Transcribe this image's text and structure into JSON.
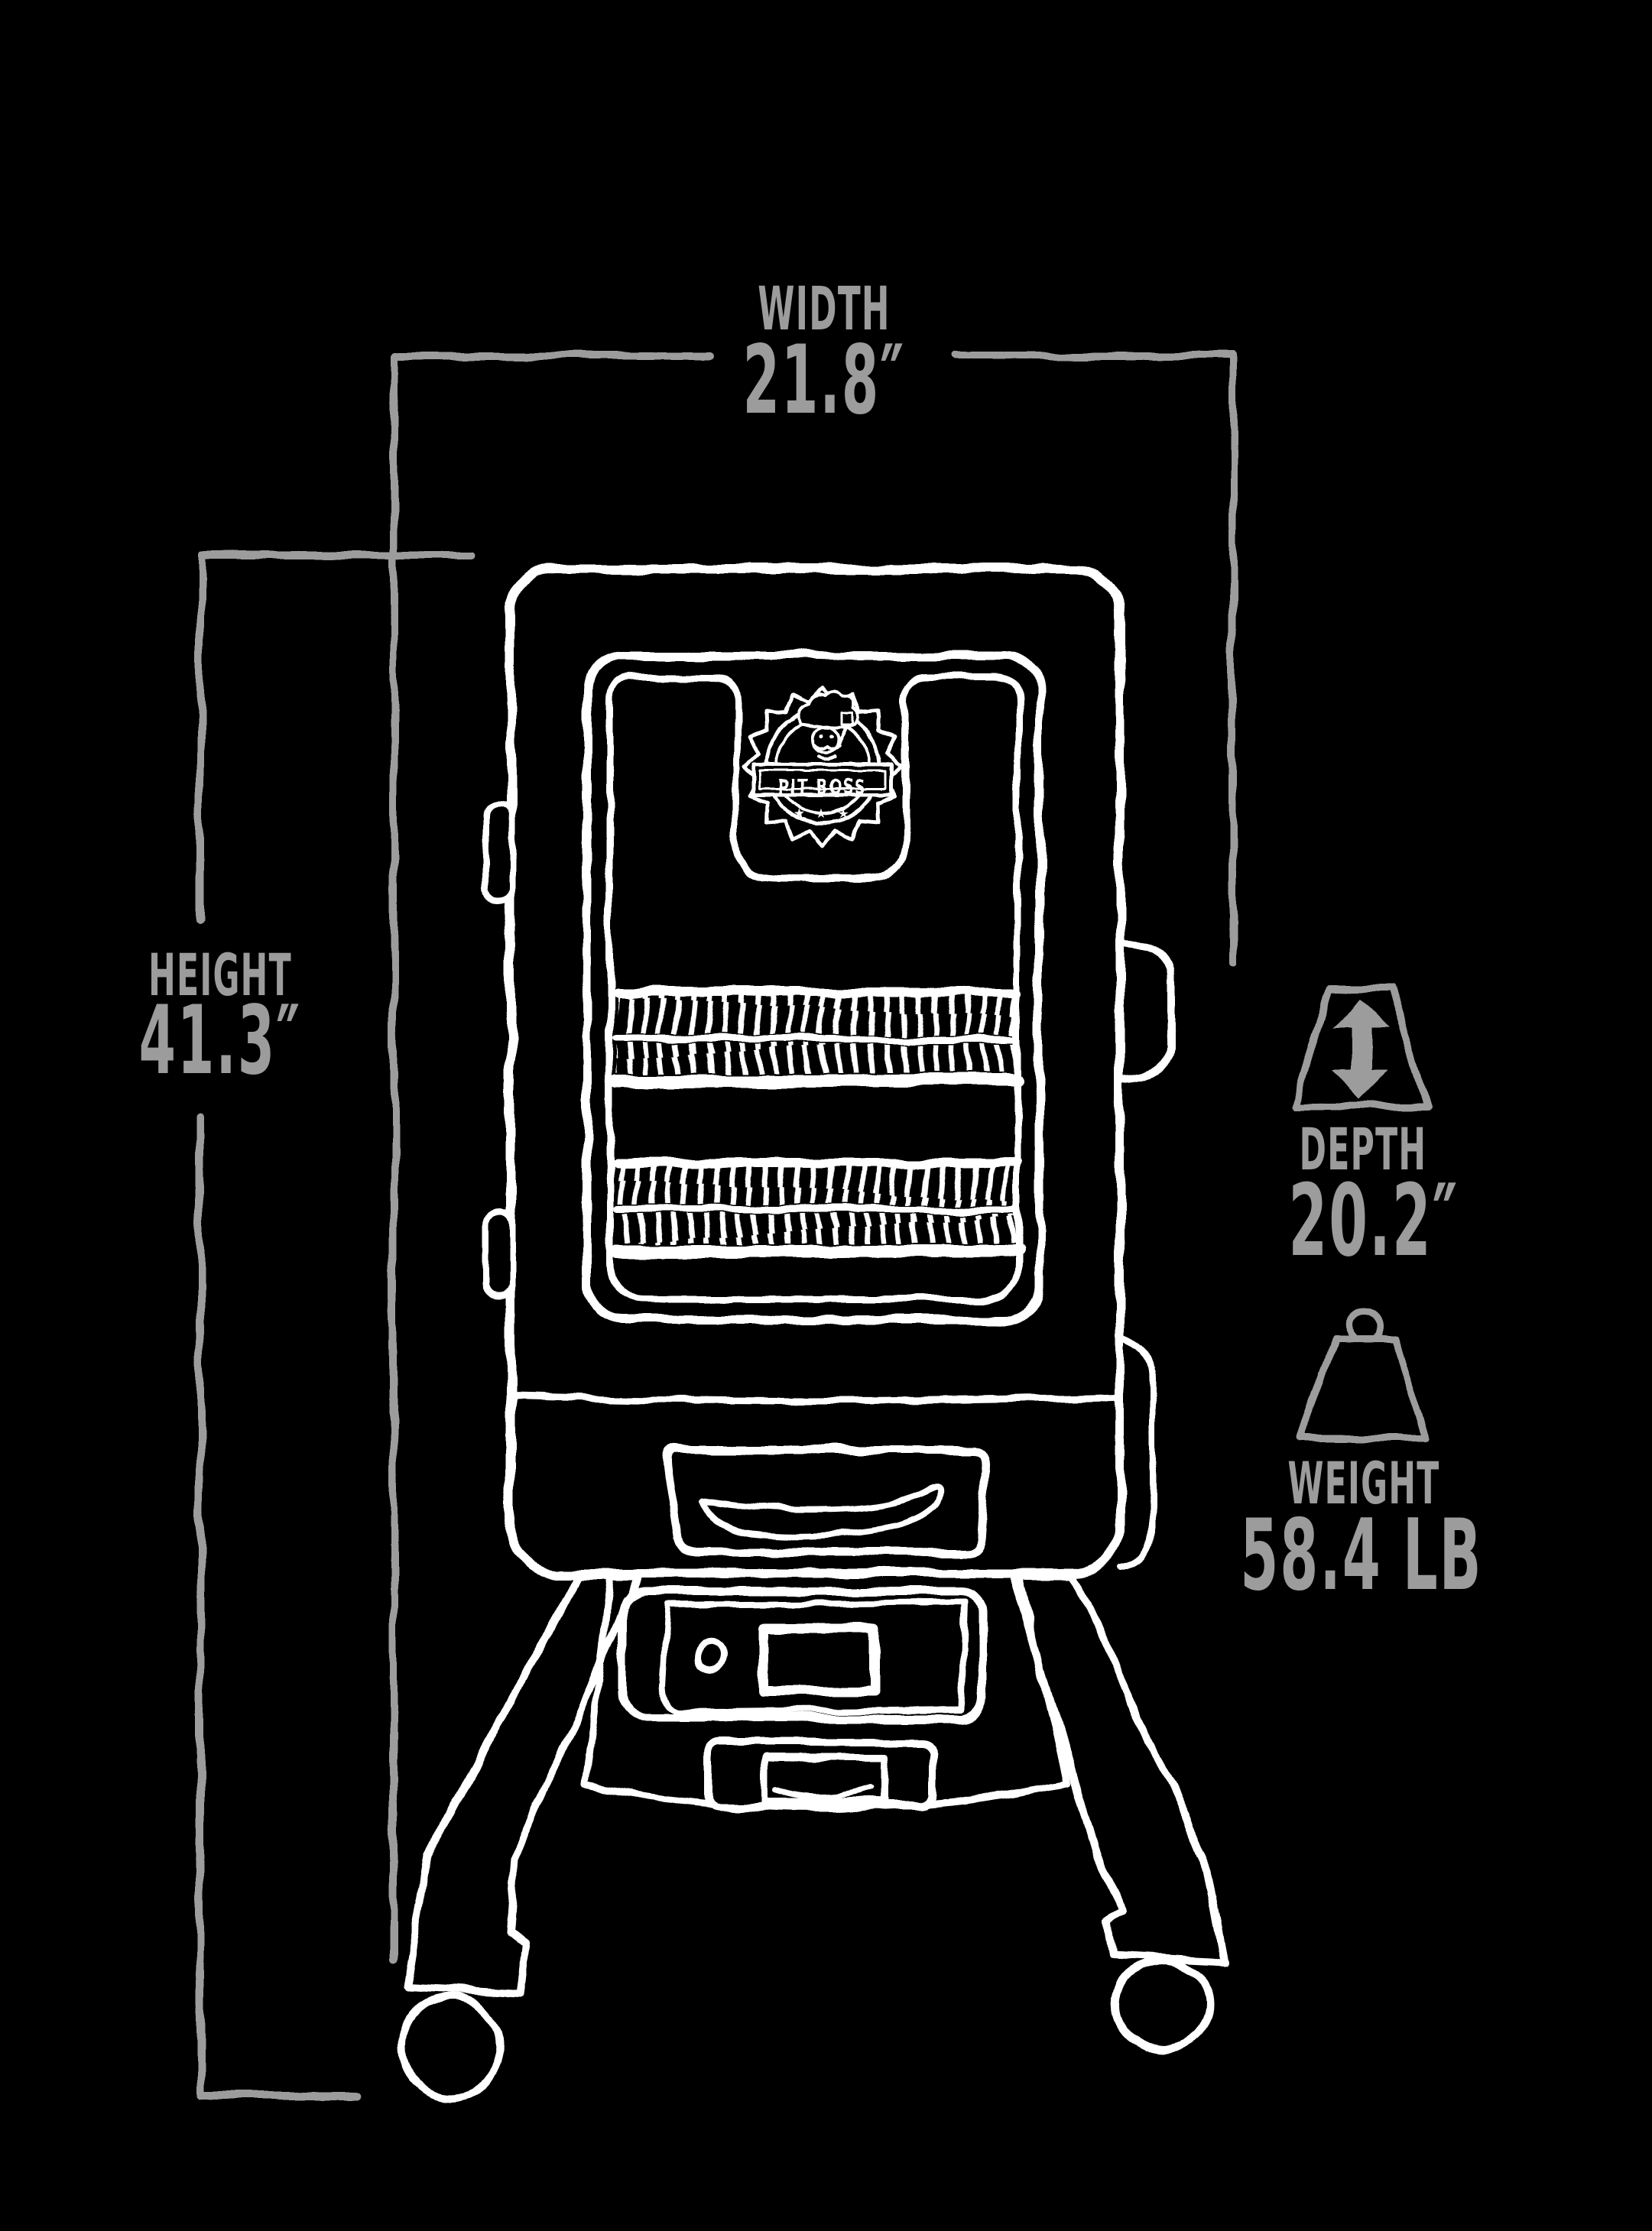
{
  "page": {
    "background": "#000000",
    "line_color": "#ffffff",
    "dimension_color": "#9c9c9c"
  },
  "product": {
    "name_on_badge": "PIT BOSS",
    "badge_stars": "★ ★ ★"
  },
  "dimensions": {
    "width": {
      "label": "WIDTH",
      "value": "21.8″"
    },
    "height": {
      "label": "HEIGHT",
      "value": "41.3″"
    },
    "depth": {
      "label": "DEPTH",
      "value": "20.2″",
      "icon": "depth-double-arrow-icon"
    },
    "weight": {
      "label": "WEIGHT",
      "value": "58.4 LB",
      "icon": "weight-icon"
    }
  }
}
